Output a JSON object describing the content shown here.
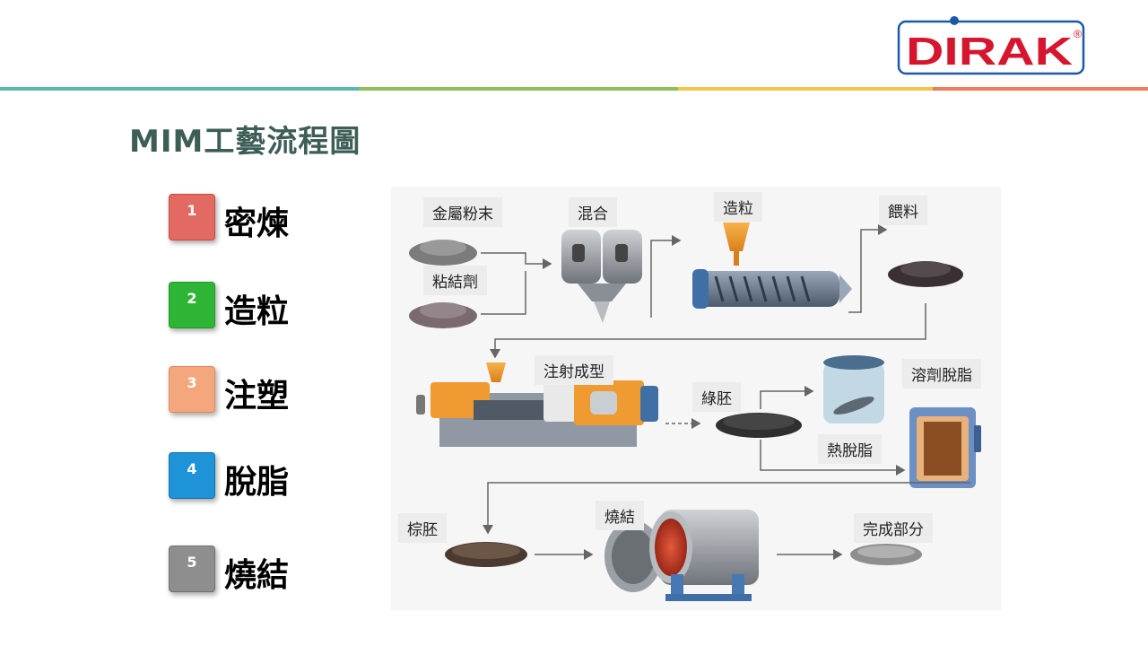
{
  "brand": {
    "logo_text": "DIRAK",
    "registered": "®"
  },
  "colors": {
    "title": "#3d5e57",
    "logo_red": "#d6162e",
    "logo_border": "#1c5aa8",
    "bar": [
      "#5bb8ad",
      "#8fbe5d",
      "#f4c54a",
      "#ef7b5c"
    ]
  },
  "slide": {
    "title": "MIM工藝流程圖"
  },
  "steps": [
    {
      "number": "1",
      "label": "密煉",
      "color": "#e26a63"
    },
    {
      "number": "2",
      "label": "造粒",
      "color": "#2fb535"
    },
    {
      "number": "3",
      "label": "注塑",
      "color": "#f4a77c"
    },
    {
      "number": "4",
      "label": "脫脂",
      "color": "#1e93d8"
    },
    {
      "number": "5",
      "label": "燒結",
      "color": "#8e8e8e"
    }
  ],
  "diagram": {
    "labels": {
      "metal_powder": "金屬粉末",
      "binder": "粘結劑",
      "mixing": "混合",
      "granulation": "造粒",
      "feedstock": "餵料",
      "injection": "注射成型",
      "green_part": "綠胚",
      "solvent_debind": "溶劑脫脂",
      "thermal_debind": "熱脫脂",
      "brown_part": "棕胚",
      "sintering": "燒結",
      "finished": "完成部分"
    }
  }
}
